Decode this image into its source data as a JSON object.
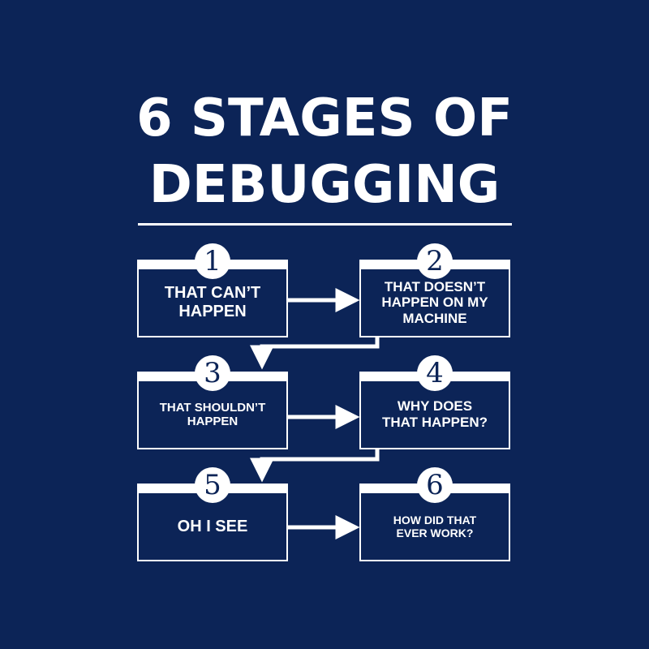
{
  "title": {
    "line1": "6 STAGES OF",
    "line2": "DEBUGGING"
  },
  "stages": [
    {
      "number": "1",
      "text": "THAT CAN’T\nHAPPEN"
    },
    {
      "number": "2",
      "text": "THAT DOESN’T\nHAPPEN ON MY\nMACHINE"
    },
    {
      "number": "3",
      "text": "THAT SHOULDN’T\nHAPPEN"
    },
    {
      "number": "4",
      "text": "WHY DOES\nTHAT HAPPEN?"
    },
    {
      "number": "5",
      "text": "OH I SEE"
    },
    {
      "number": "6",
      "text": "HOW DID THAT\nEVER WORK?"
    }
  ],
  "colors": {
    "background": "#0c2457",
    "foreground": "#ffffff"
  }
}
